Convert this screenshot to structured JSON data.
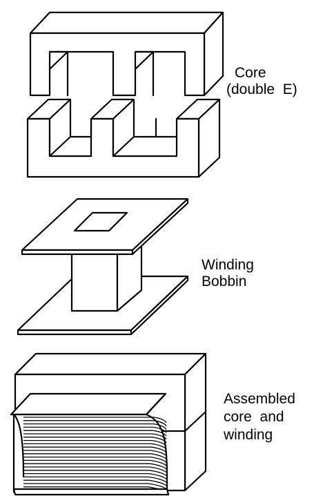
{
  "labels": {
    "core_line1": "Core",
    "core_line2": "(double  E)",
    "bobbin_line1": "Winding",
    "bobbin_line2": "Bobbin",
    "assembled_line1": "Assembled",
    "assembled_line2": "core  and",
    "assembled_line3": "winding"
  }
}
